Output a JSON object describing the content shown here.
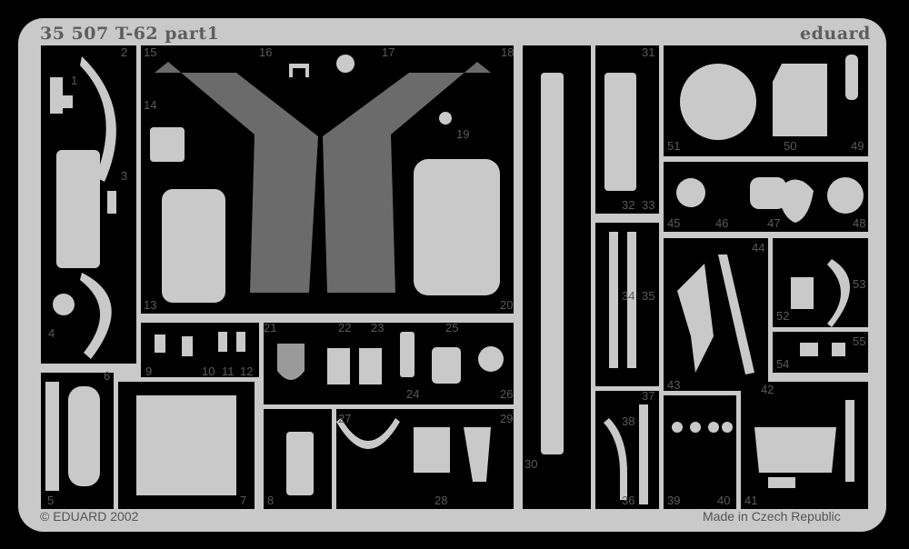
{
  "header": {
    "kit": "35 507  T-62   part1",
    "brand": "eduard"
  },
  "footer": {
    "copyright": "© EDUARD 2002",
    "origin": "Made in Czech Republic"
  },
  "colors": {
    "fret": "#c9c9c9",
    "background": "#000000",
    "dark_part": "#6b6b6b",
    "text": "#5a5a5a"
  },
  "parts": {
    "1": "1",
    "2": "2",
    "3": "3",
    "4": "4",
    "5": "5",
    "6": "6",
    "7": "7",
    "8": "8",
    "9": "9",
    "10": "10",
    "11": "11",
    "12": "12",
    "13": "13",
    "14": "14",
    "15": "15",
    "16": "16",
    "17": "17",
    "18": "18",
    "19": "19",
    "20": "20",
    "21": "21",
    "22": "22",
    "23": "23",
    "24": "24",
    "25": "25",
    "26": "26",
    "27": "27",
    "28": "28",
    "29": "29",
    "30": "30",
    "31": "31",
    "32": "32",
    "33": "33",
    "34": "34",
    "35": "35",
    "36": "36",
    "37": "37",
    "38": "38",
    "39": "39",
    "40": "40",
    "41": "41",
    "42": "42",
    "43": "43",
    "44": "44",
    "45": "45",
    "46": "46",
    "47": "47",
    "48": "48",
    "49": "49",
    "50": "50",
    "51": "51",
    "52": "52",
    "53": "53",
    "54": "54",
    "55": "55"
  }
}
